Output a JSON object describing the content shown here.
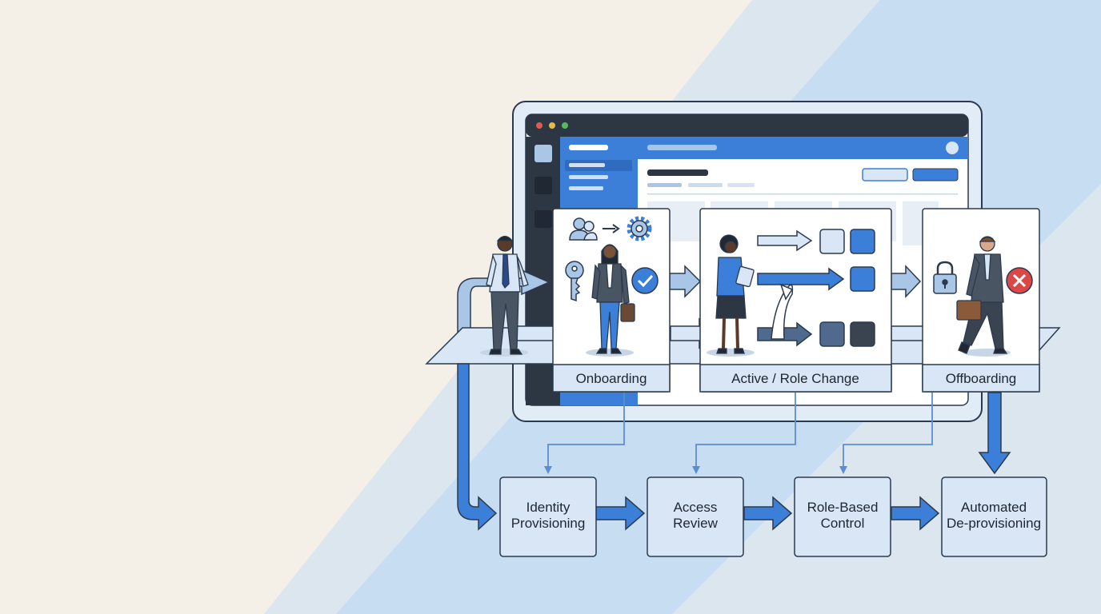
{
  "stages": [
    {
      "id": "onboarding",
      "label": "Onboarding"
    },
    {
      "id": "active",
      "label": "Active / Role Change"
    },
    {
      "id": "offboarding",
      "label": "Offboarding"
    }
  ],
  "processes": [
    {
      "id": "identity",
      "line1": "Identity",
      "line2": "Provisioning"
    },
    {
      "id": "access",
      "line1": "Access",
      "line2": "Review"
    },
    {
      "id": "rbac",
      "line1": "Role-Based",
      "line2": "Control"
    },
    {
      "id": "deprov",
      "line1": "Automated",
      "line2": "De-provisioning"
    }
  ],
  "colors": {
    "background": "#f4f0e8",
    "band_light": "#dce6ee",
    "band_mid": "#c7ddf2",
    "primary_blue": "#3b7fd8",
    "pale_blue": "#a9c6e6",
    "box_fill": "#d8e6f5",
    "outline": "#2b3a4f",
    "dark": "#2d3744"
  },
  "icons": {
    "onboarding": [
      "users-icon",
      "arrow-right-icon",
      "gear-icon",
      "key-icon",
      "check-circle-icon"
    ],
    "active": [
      "clipboard-icon",
      "switch-arrows-icon",
      "squares-icon"
    ],
    "offboarding": [
      "lock-icon",
      "close-circle-icon"
    ]
  }
}
